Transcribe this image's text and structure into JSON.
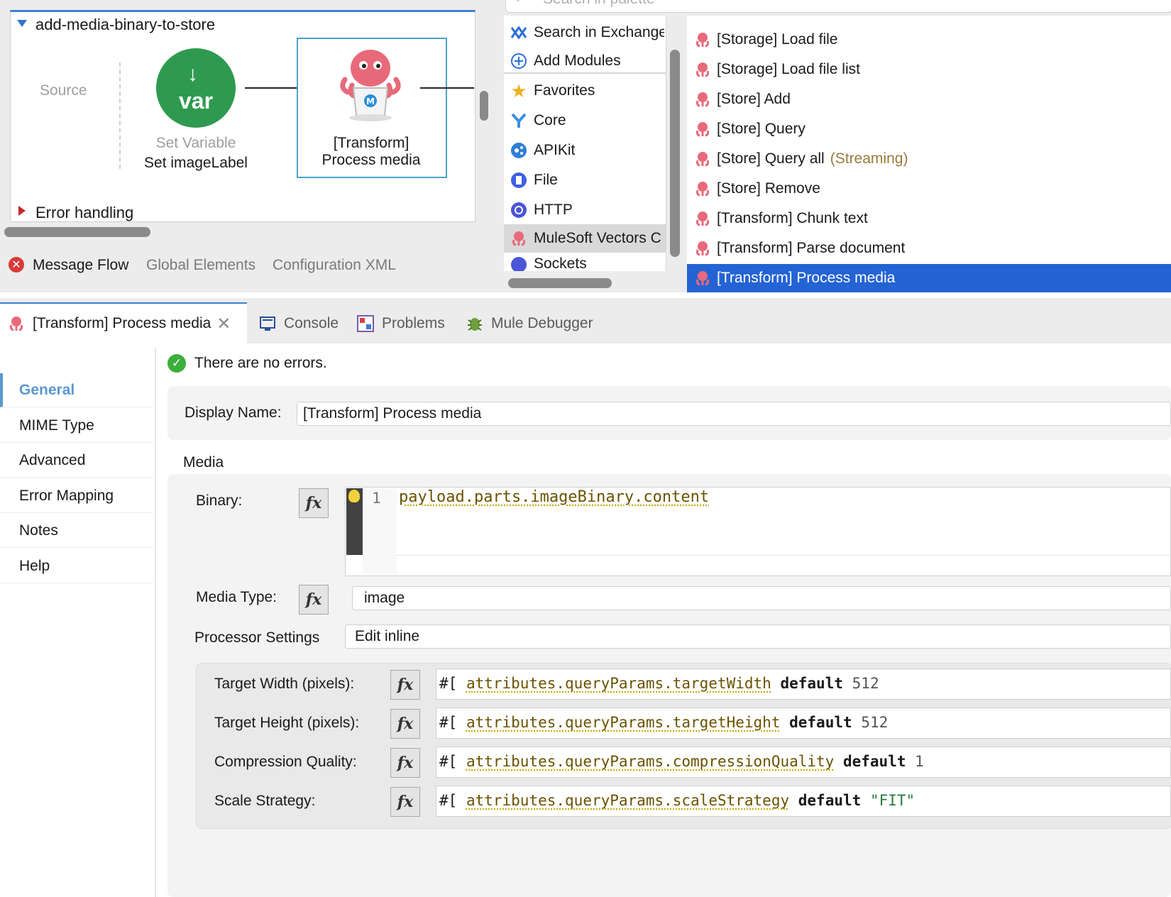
{
  "canvas": {
    "flow_name": "add-media-binary-to-store",
    "source_label": "Source",
    "set_variable": {
      "icon_text": "var",
      "type_label": "Set Variable",
      "name": "Set imageLabel"
    },
    "processor": {
      "line1": "[Transform]",
      "line2": "Process media"
    },
    "error_handling": "Error handling",
    "tabs": [
      "Message Flow",
      "Global Elements",
      "Configuration XML"
    ]
  },
  "palette": {
    "search_placeholder": "Search in palette",
    "left_items": [
      {
        "label": "Search in Exchange..",
        "icon": "exchange-icon"
      },
      {
        "label": "Add Modules",
        "icon": "plus-circle-icon"
      },
      {
        "label": "Favorites",
        "icon": "star-icon"
      },
      {
        "label": "Core",
        "icon": "core-icon"
      },
      {
        "label": "APIKit",
        "icon": "apikit-icon"
      },
      {
        "label": "File",
        "icon": "file-icon"
      },
      {
        "label": "HTTP",
        "icon": "http-icon"
      },
      {
        "label": "MuleSoft Vectors C",
        "icon": "octopus-icon",
        "selected": true
      },
      {
        "label": "Sockets",
        "icon": "sockets-icon"
      }
    ],
    "operations": [
      {
        "label": "[Storage] Load file"
      },
      {
        "label": "[Storage] Load file list"
      },
      {
        "label": "[Store] Add"
      },
      {
        "label": "[Store] Query"
      },
      {
        "label": "[Store] Query all",
        "suffix": "(Streaming)"
      },
      {
        "label": "[Store] Remove"
      },
      {
        "label": "[Transform] Chunk text"
      },
      {
        "label": "[Transform] Parse document"
      },
      {
        "label": "[Transform] Process media",
        "selected": true
      }
    ]
  },
  "bottom_tabs": {
    "active": "[Transform] Process media",
    "others": [
      "Console",
      "Problems",
      "Mule Debugger"
    ]
  },
  "props": {
    "nav": [
      "General",
      "MIME Type",
      "Advanced",
      "Error Mapping",
      "Notes",
      "Help"
    ],
    "status": "There are no errors.",
    "display_name_label": "Display Name:",
    "display_name_value": "[Transform] Process media",
    "media_section": "Media",
    "binary_label": "Binary:",
    "binary_line": "1",
    "binary_code": "payload.parts.imageBinary.content",
    "media_type_label": "Media Type:",
    "media_type_value": "image",
    "processor_settings_label": "Processor Settings",
    "processor_settings_value": "Edit inline",
    "fx_label": "fx",
    "settings": [
      {
        "label": "Target Width (pixels):",
        "prefix": "#[",
        "expr": "attributes.queryParams.targetWidth",
        "kw": "default",
        "val": "512",
        "val_type": "num"
      },
      {
        "label": "Target Height (pixels):",
        "prefix": "#[",
        "expr": "attributes.queryParams.targetHeight",
        "kw": "default",
        "val": "512",
        "val_type": "num"
      },
      {
        "label": "Compression Quality:",
        "prefix": "#[",
        "expr": "attributes.queryParams.compressionQuality",
        "kw": "default",
        "val": "1",
        "val_type": "num"
      },
      {
        "label": "Scale Strategy:",
        "prefix": "#[",
        "expr": "attributes.queryParams.scaleStrategy",
        "kw": "default",
        "val": "\"FIT\"",
        "val_type": "str"
      }
    ]
  },
  "colors": {
    "accent": "#2463d4",
    "success": "#3cae3c",
    "var_green": "#2e9a4f",
    "nav_selected": "#5a98d0"
  }
}
